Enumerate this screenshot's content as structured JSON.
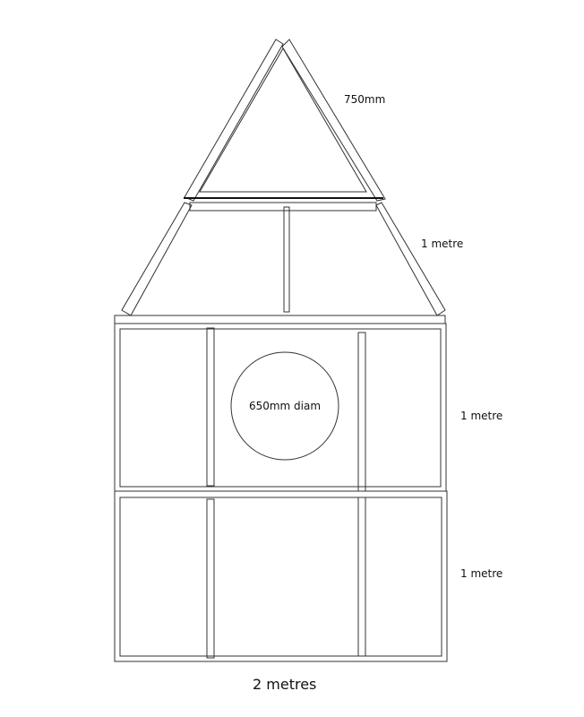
{
  "labels": {
    "top_section": "750mm",
    "roof_section": "1 metre",
    "upper_box": "1 metre",
    "lower_box": "1 metre",
    "width": "2 metres",
    "circle": "650mm diam"
  },
  "colors": {
    "line": "#333333",
    "background": "#ffffff"
  }
}
